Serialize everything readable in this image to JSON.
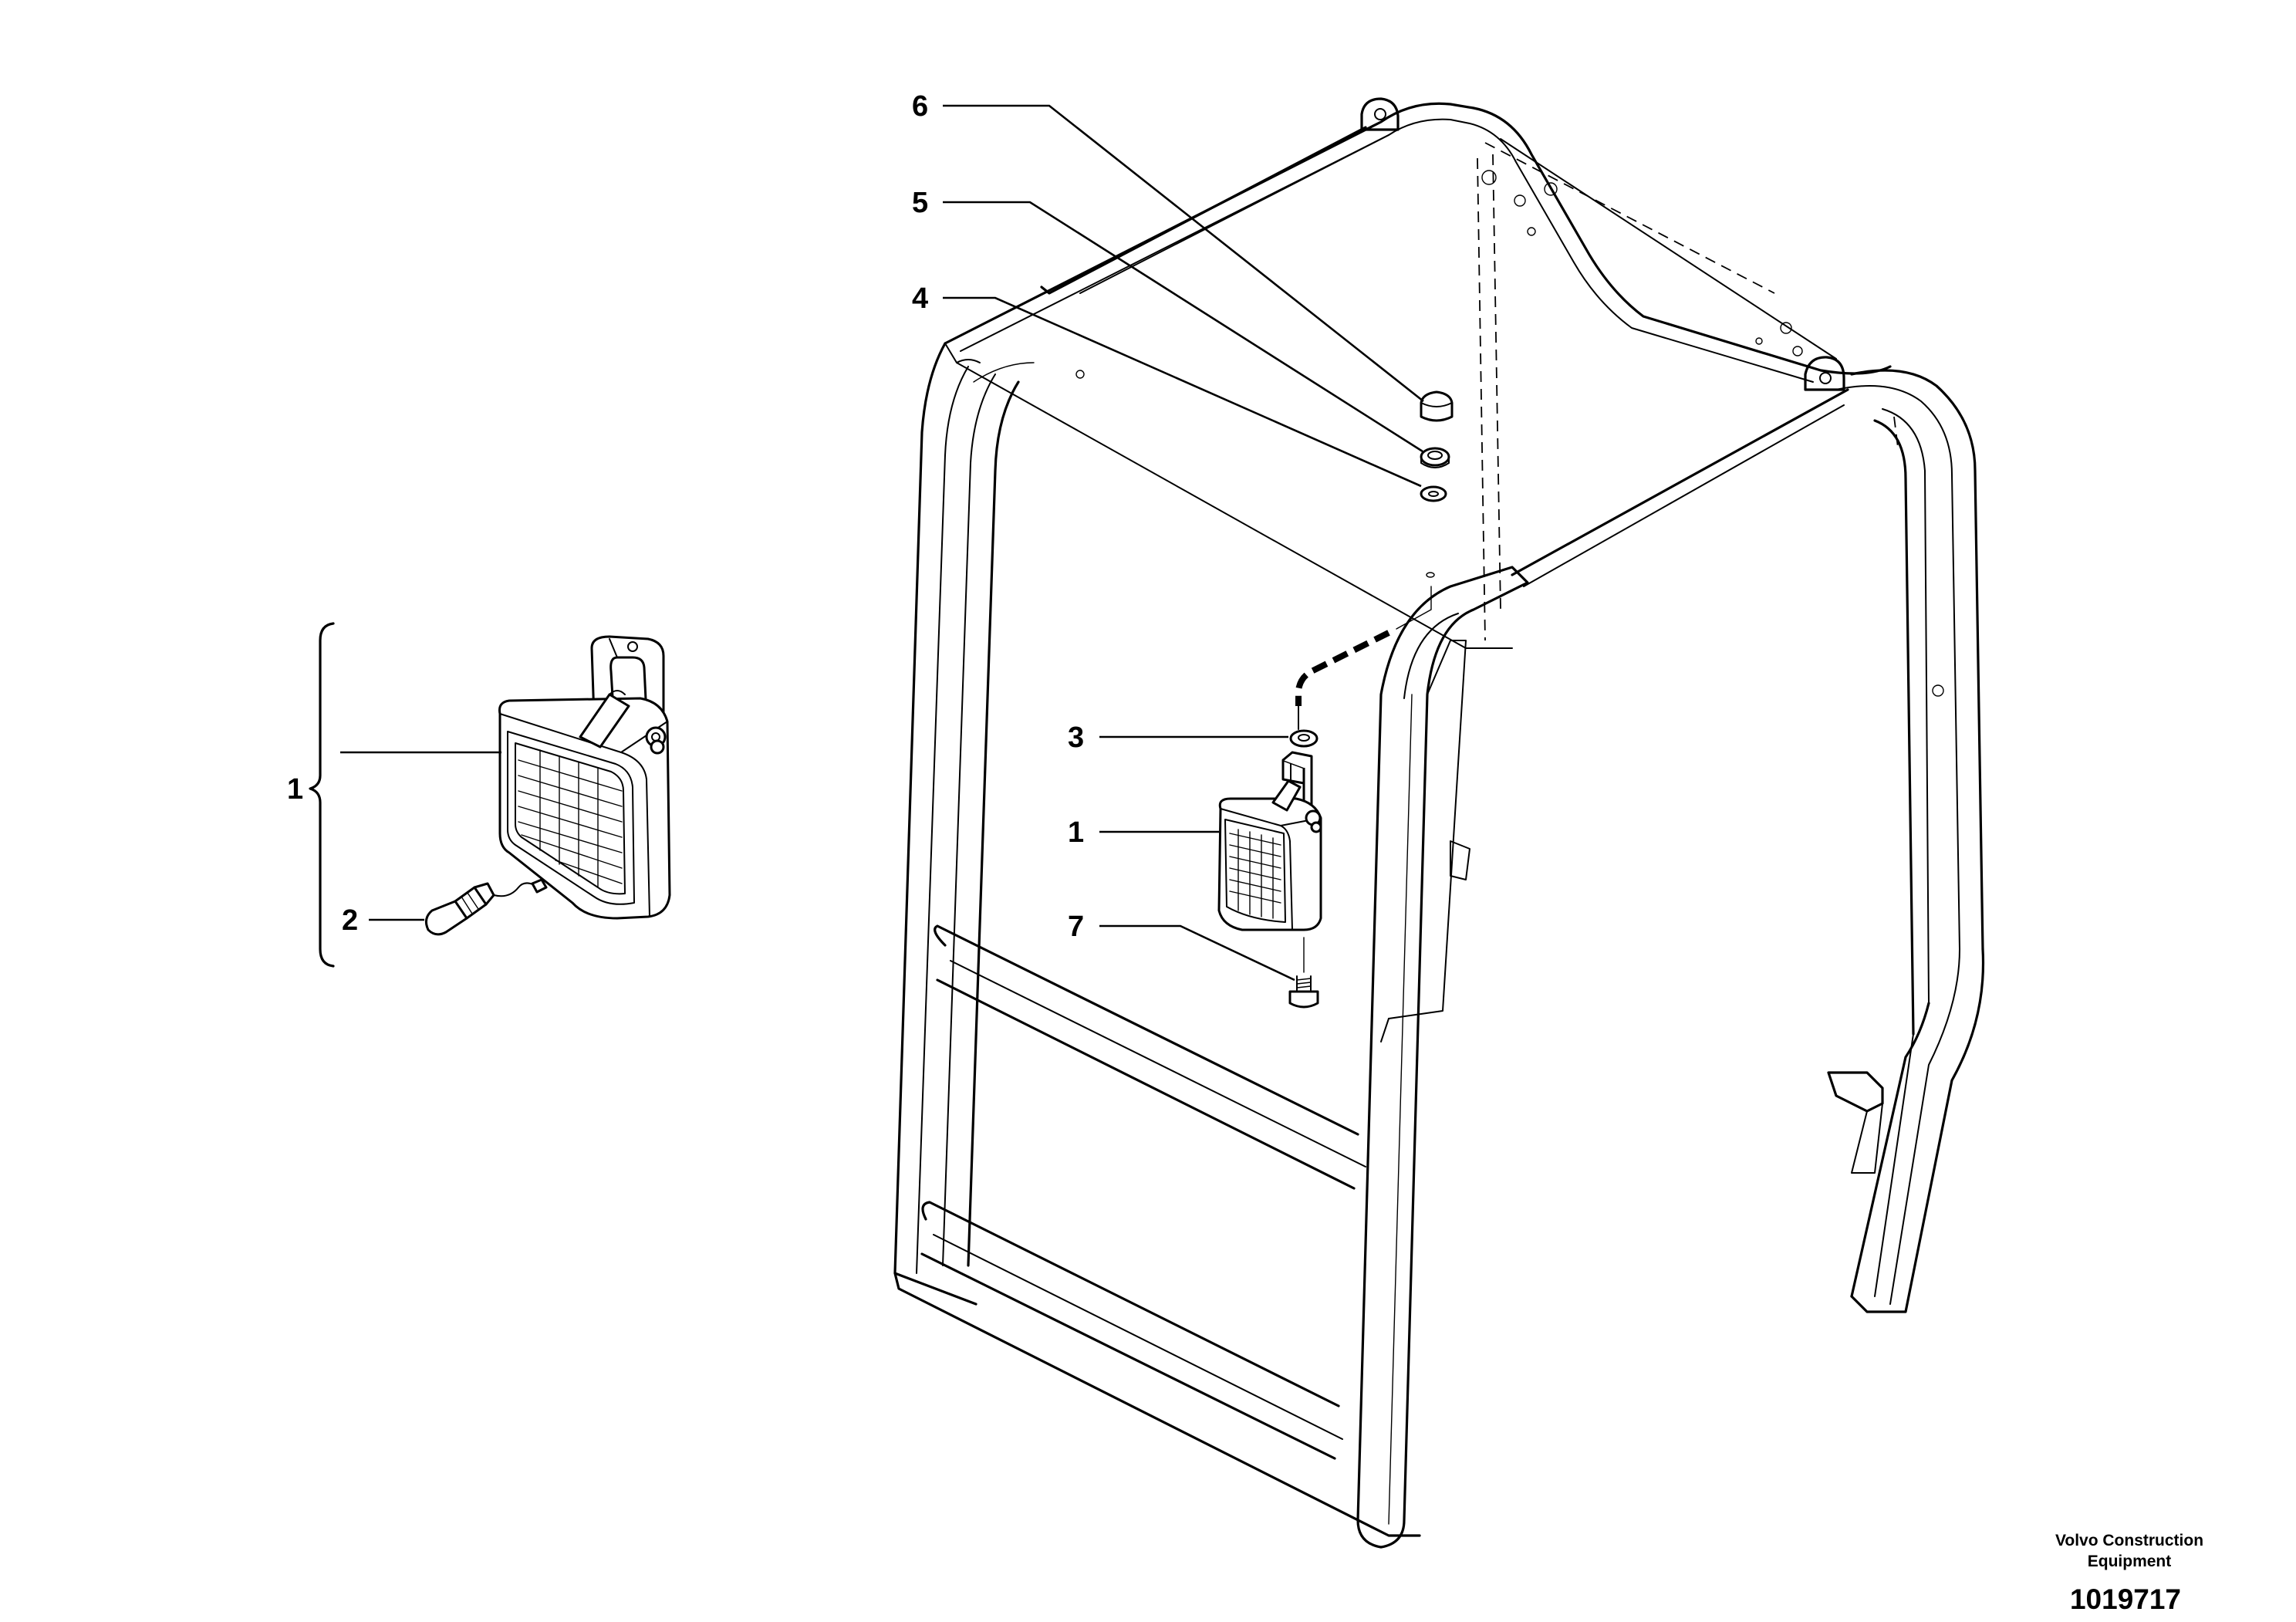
{
  "callouts": {
    "c1_left": "1",
    "c2": "2",
    "c3": "3",
    "c1_right": "1",
    "c4": "4",
    "c5": "5",
    "c6": "6",
    "c7": "7"
  },
  "footer": {
    "company_line1": "Volvo Construction",
    "company_line2": "Equipment",
    "drawing_number": "1019717"
  }
}
